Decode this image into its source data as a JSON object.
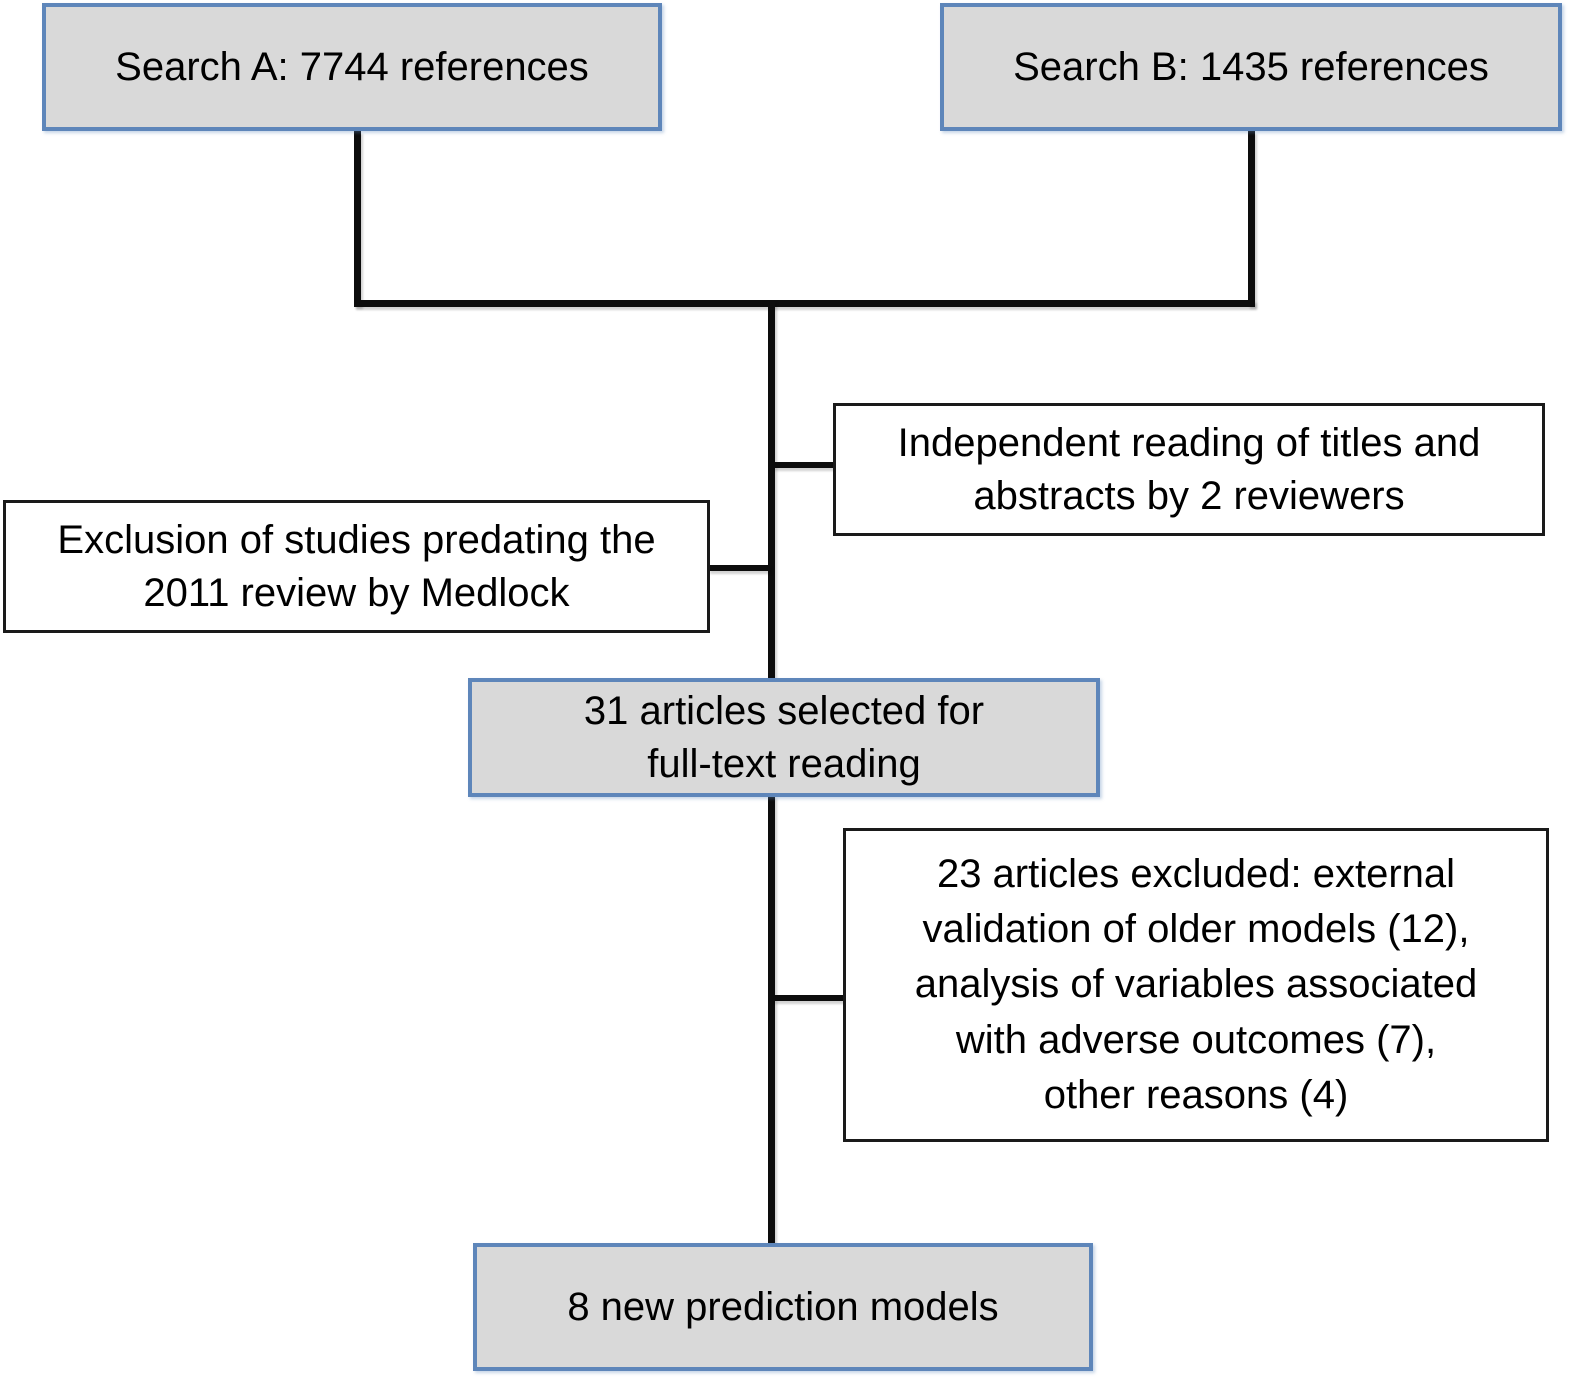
{
  "diagram": {
    "type": "flowchart",
    "nodes": {
      "search_a": {
        "label": "Search A: 7744 references",
        "style": "gray-blue"
      },
      "search_b": {
        "label": "Search B: 1435 references",
        "style": "gray-blue"
      },
      "independent_reading": {
        "label": [
          "Independent reading of titles and",
          "abstracts by 2 reviewers"
        ],
        "style": "white-black"
      },
      "exclusion_medlock": {
        "label": [
          "Exclusion of studies predating the",
          "2011 review by Medlock"
        ],
        "style": "white-black"
      },
      "selected_fulltext": {
        "label": [
          "31 articles selected for",
          "full-text reading"
        ],
        "style": "gray-blue"
      },
      "excluded_articles": {
        "label": [
          "23 articles excluded: external",
          "validation of older models (12),",
          "analysis of variables associated",
          "with adverse outcomes (7),",
          "other reasons (4)"
        ],
        "style": "white-black"
      },
      "new_models": {
        "label": "8 new prediction models",
        "style": "gray-blue"
      }
    },
    "edges": [
      {
        "from": "search_a",
        "to": "selected_fulltext"
      },
      {
        "from": "search_b",
        "to": "selected_fulltext"
      },
      {
        "from": "main-line",
        "to": "independent_reading"
      },
      {
        "from": "exclusion_medlock",
        "to": "main-line"
      },
      {
        "from": "selected_fulltext",
        "to": "new_models"
      },
      {
        "from": "main-line",
        "to": "excluded_articles"
      }
    ],
    "colors": {
      "node_fill_gray": "#d9d9d9",
      "node_border_blue": "#5e86ba",
      "node_border_black": "#1a1a1a",
      "connector": "#0d0d0d",
      "text": "#000000",
      "background": "#ffffff"
    }
  }
}
